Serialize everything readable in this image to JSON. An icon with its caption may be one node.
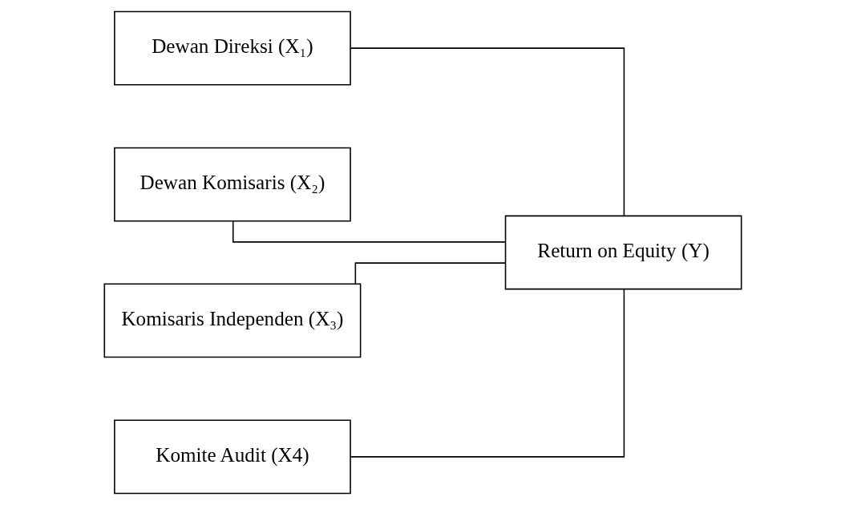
{
  "diagram": {
    "nodes": [
      {
        "text": [
          "Dewan Direksi (X₁)"
        ]
      },
      {
        "text": [
          "Dewan Komisaris (X₂)"
        ]
      },
      {
        "text": [
          "Komisaris Independen (X₃)"
        ]
      },
      {
        "text": [
          "Komite Audit (X4)"
        ]
      },
      {
        "text": [
          "Return on Equity (Y)"
        ]
      }
    ],
    "edges": [
      {
        "from": 0,
        "to": 4,
        "arrow": "none"
      },
      {
        "from": 1,
        "to": 4,
        "arrow": "none"
      },
      {
        "from": 2,
        "to": 4,
        "arrow": "none"
      },
      {
        "from": 3,
        "to": 4,
        "arrow": "none"
      }
    ]
  }
}
